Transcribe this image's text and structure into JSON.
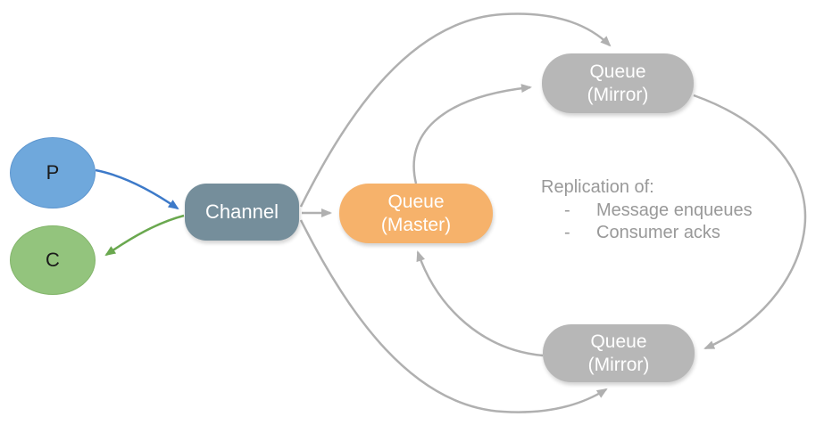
{
  "diagram": {
    "nodes": {
      "producer": {
        "label": "P",
        "color": "#6fa8dc"
      },
      "consumer": {
        "label": "C",
        "color": "#93c47d"
      },
      "channel": {
        "label": "Channel",
        "color": "#758e9b"
      },
      "queue_master": {
        "label_line1": "Queue",
        "label_line2": "(Master)",
        "color": "#f6b26b"
      },
      "queue_mirror_top": {
        "label_line1": "Queue",
        "label_line2": "(Mirror)",
        "color": "#b7b7b7"
      },
      "queue_mirror_bottom": {
        "label_line1": "Queue",
        "label_line2": "(Mirror)",
        "color": "#b7b7b7"
      }
    },
    "annotation": {
      "title": "Replication of:",
      "items": [
        {
          "bullet": "-",
          "text": "Message enqueues"
        },
        {
          "bullet": "-",
          "text": "Consumer acks"
        }
      ],
      "text_color": "#999999"
    },
    "edges": [
      {
        "from": "producer",
        "to": "channel",
        "color": "#3d7ac9"
      },
      {
        "from": "channel",
        "to": "consumer",
        "color": "#6aa84f"
      },
      {
        "from": "channel",
        "to": "queue_master",
        "color": "#b0b0b0"
      },
      {
        "from": "channel",
        "to": "queue_mirror_top",
        "color": "#b0b0b0"
      },
      {
        "from": "channel",
        "to": "queue_mirror_bottom",
        "color": "#b0b0b0"
      },
      {
        "from": "queue_master",
        "to": "queue_mirror_top",
        "color": "#b0b0b0"
      },
      {
        "from": "queue_mirror_top",
        "to": "queue_mirror_bottom",
        "color": "#b0b0b0"
      },
      {
        "from": "queue_mirror_bottom",
        "to": "queue_master",
        "color": "#b0b0b0"
      }
    ],
    "colors": {
      "background": "#ffffff"
    }
  }
}
